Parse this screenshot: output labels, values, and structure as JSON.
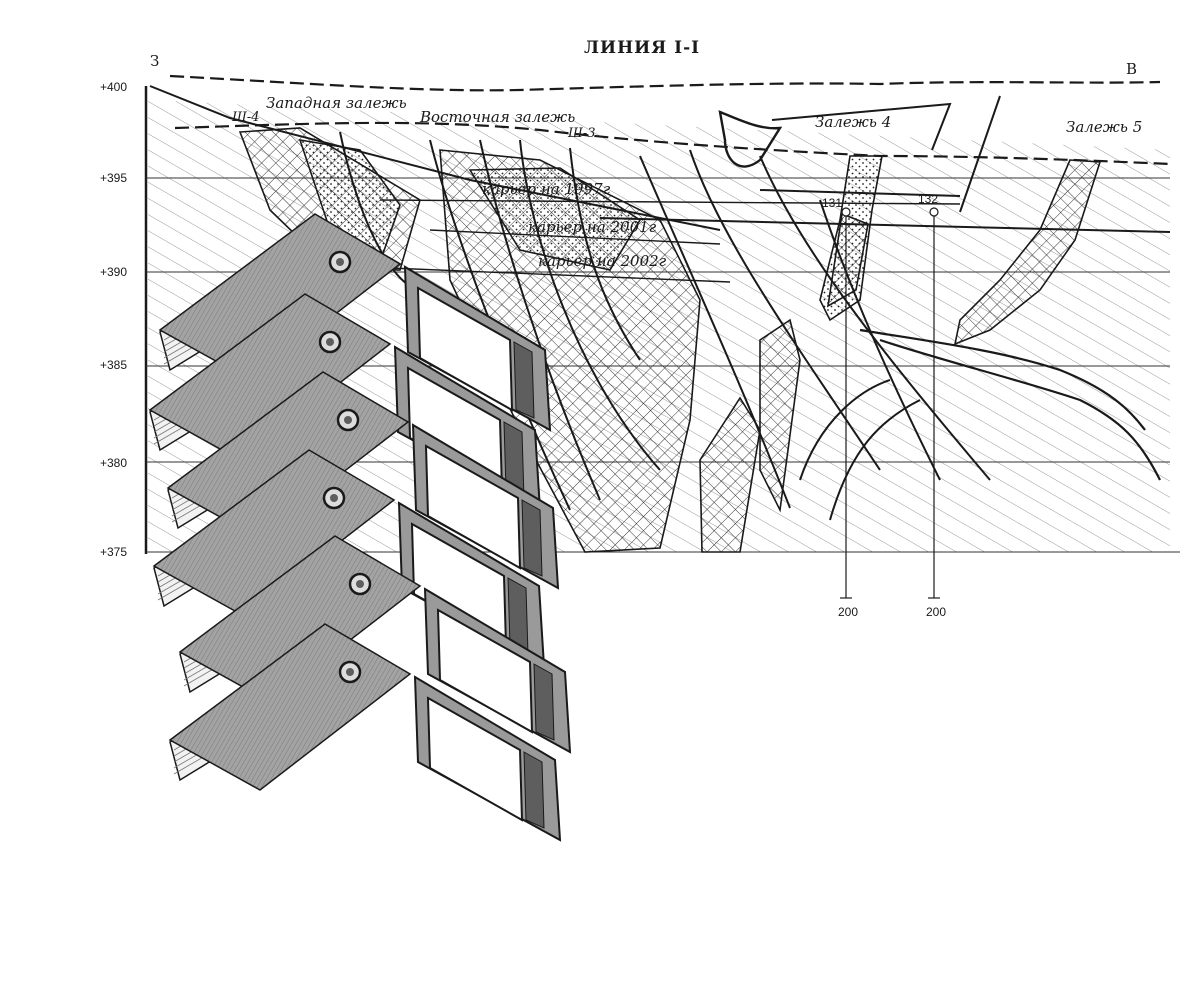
{
  "section": {
    "title": "ЛИНИЯ I-I",
    "west": "З",
    "east": "В"
  },
  "elevations": [
    "+400",
    "+395",
    "+390",
    "+385",
    "+380",
    "+375"
  ],
  "deposits": {
    "west": "Западная залежь",
    "east": "Восточная залежь",
    "d4": "Залежь 4",
    "d5": "Залежь 5"
  },
  "shafts": [
    "Ш-4",
    "Ш-3"
  ],
  "pits": [
    "карьер на 1997г",
    "карьер на 2001г",
    "карьер на 2002г"
  ],
  "boreholes": [
    {
      "id": "131",
      "depth": "200"
    },
    {
      "id": "132",
      "depth": "200"
    }
  ],
  "overlay": {
    "icon": "binder-stack-icon",
    "binder_count": 6
  },
  "colors": {
    "ink": "#1a1a1a",
    "binder_fill": "#9a9a9a",
    "binder_dark": "#5e5e5e",
    "label_white": "#ffffff"
  }
}
